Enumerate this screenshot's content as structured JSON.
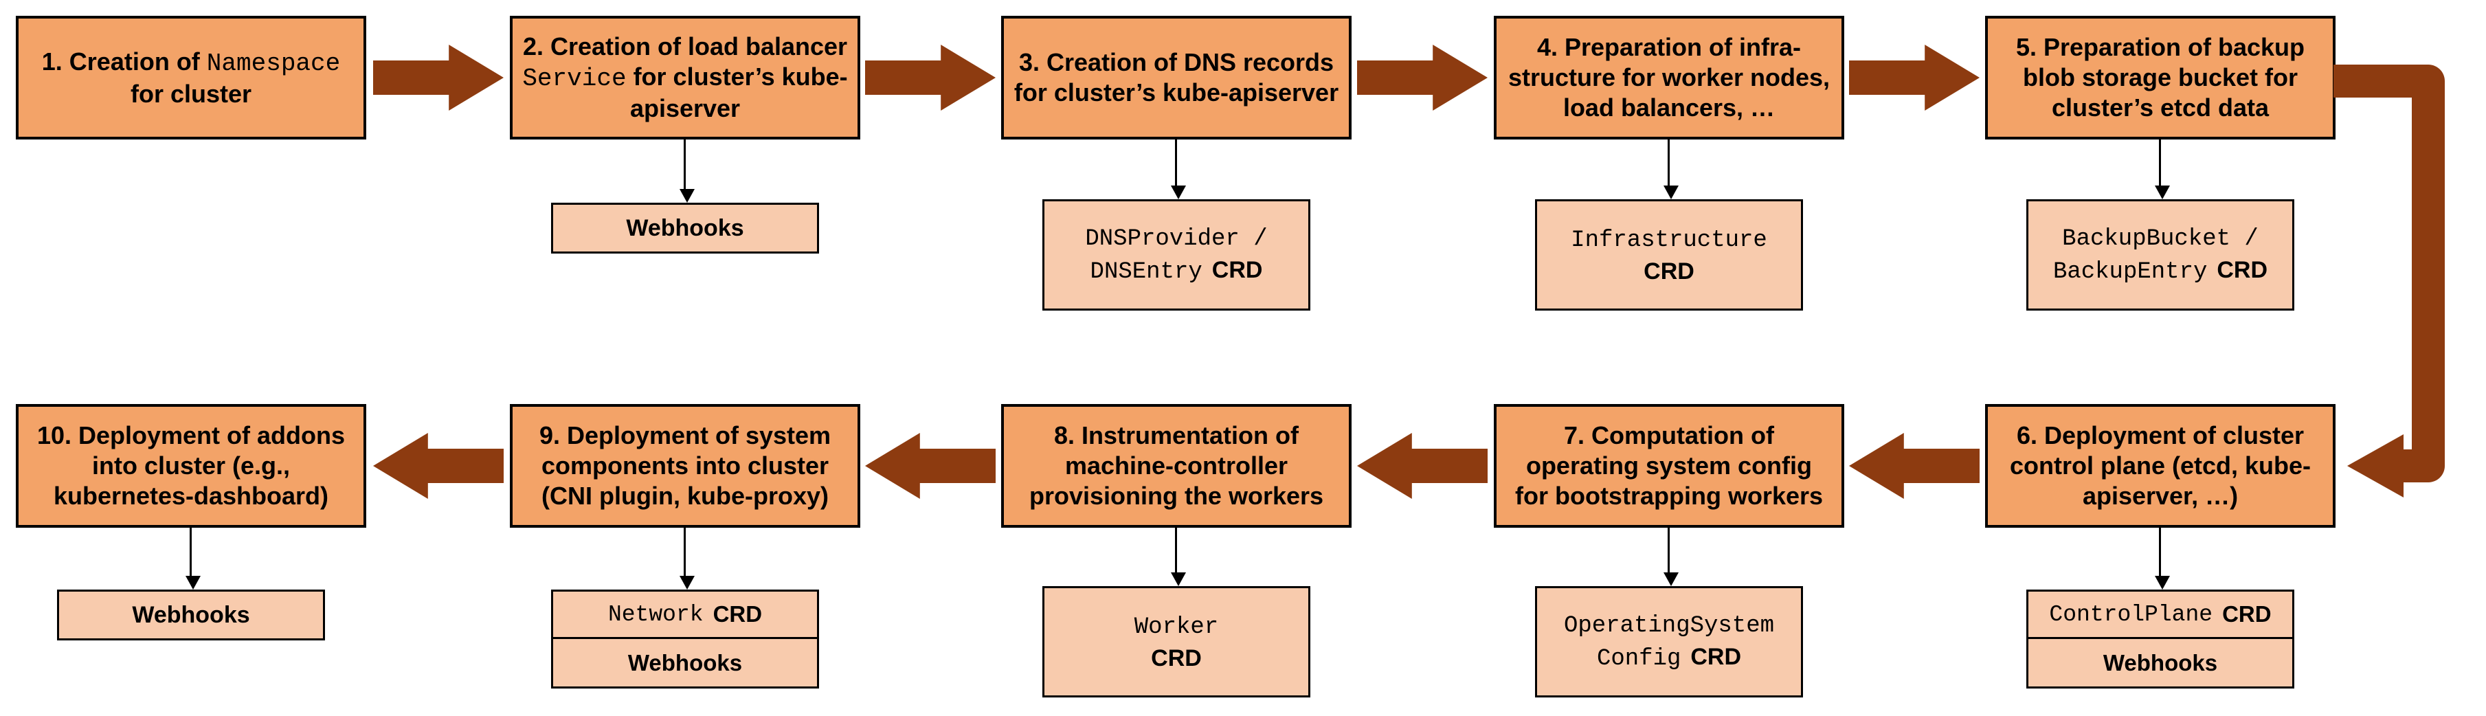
{
  "colors": {
    "step_fill": "#F3A368",
    "sub_fill": "#F8CBAD",
    "arrow": "#8D3B10",
    "border": "#000000",
    "background": "#FFFFFF"
  },
  "steps": [
    {
      "pre": "1. Creation of ",
      "code": "Namespace",
      "post": " for cluster"
    },
    {
      "pre": "2. Creation of load balancer ",
      "code": "Service",
      "post": " for cluster’s kube-apiserver"
    },
    {
      "pre": "3. Creation of DNS records for cluster’s kube-apiserver"
    },
    {
      "pre": "4. Preparation of infra-structure for worker nodes, load balancers, …"
    },
    {
      "pre": "5. Preparation of backup blob storage bucket for cluster’s etcd data"
    },
    {
      "pre": "6. Deployment of cluster control plane (etcd, kube-apiserver, …)"
    },
    {
      "pre": "7. Computation of operating system config for bootstrapping workers"
    },
    {
      "pre": "8. Instrumentation of machine-controller provisioning the workers"
    },
    {
      "pre": "9. Deployment of system components into cluster (CNI plugin, kube-proxy)"
    },
    {
      "pre": "10. Deployment of addons into cluster (e.g., kubernetes-dashboard)"
    }
  ],
  "subs": {
    "webhooks2": {
      "label": "Webhooks"
    },
    "dns": {
      "line1_code": "DNSProvider /",
      "line2_code": "DNSEntry",
      "line2_label": "CRD"
    },
    "infrastructure": {
      "line1_code": "Infrastructure",
      "line2_label": "CRD"
    },
    "backup": {
      "line1_code": "BackupBucket /",
      "line2_code": "BackupEntry",
      "line2_label": "CRD"
    },
    "controlplane": {
      "code": "ControlPlane",
      "label": "CRD",
      "webhooks": "Webhooks"
    },
    "osc": {
      "line1_code": "OperatingSystem",
      "line2_code": "Config",
      "line2_label": "CRD"
    },
    "worker": {
      "line1_code": "Worker",
      "line2_label": "CRD"
    },
    "network": {
      "code": "Network",
      "label": "CRD",
      "webhooks": "Webhooks"
    },
    "webhooks10": {
      "label": "Webhooks"
    }
  }
}
